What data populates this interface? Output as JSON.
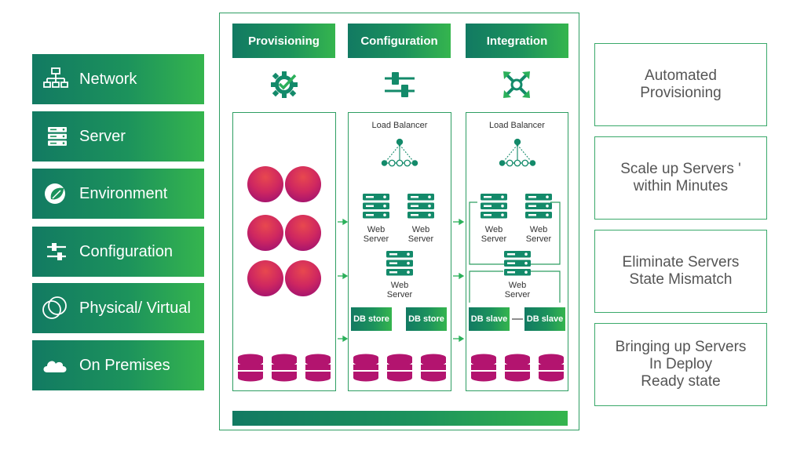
{
  "menu": {
    "items": [
      {
        "label": "Network",
        "icon": "network-icon"
      },
      {
        "label": "Server",
        "icon": "server-icon"
      },
      {
        "label": "Environment",
        "icon": "environment-leaf-icon"
      },
      {
        "label": "Configuration",
        "icon": "sliders-icon"
      },
      {
        "label": "Physical/ Virtual",
        "icon": "overlap-circles-icon"
      },
      {
        "label": "On Premises",
        "icon": "cloud-icon"
      }
    ]
  },
  "columns": {
    "provisioning": {
      "title": "Provisioning",
      "icon": "gear-check-icon"
    },
    "configuration": {
      "title": "Configuration",
      "icon": "sliders-icon",
      "load_balancer": "Load Balancer",
      "web_server_label": "Web\nServer",
      "db_store": "DB store"
    },
    "integration": {
      "title": "Integration",
      "icon": "arrows-hub-icon",
      "load_balancer": "Load Balancer",
      "web_server_label": "Web\nServer",
      "db_slave": "DB slave"
    }
  },
  "benefits": [
    "Automated\nProvisioning",
    "Scale up Servers '\nwithin Minutes",
    "Eliminate Servers\nState Mismatch",
    "Bringing up Servers\nIn Deploy\nReady state"
  ],
  "colors": {
    "green_dark": "#127a62",
    "green_light": "#35b54e",
    "magenta": "#b3146f",
    "red": "#e33a4f"
  }
}
